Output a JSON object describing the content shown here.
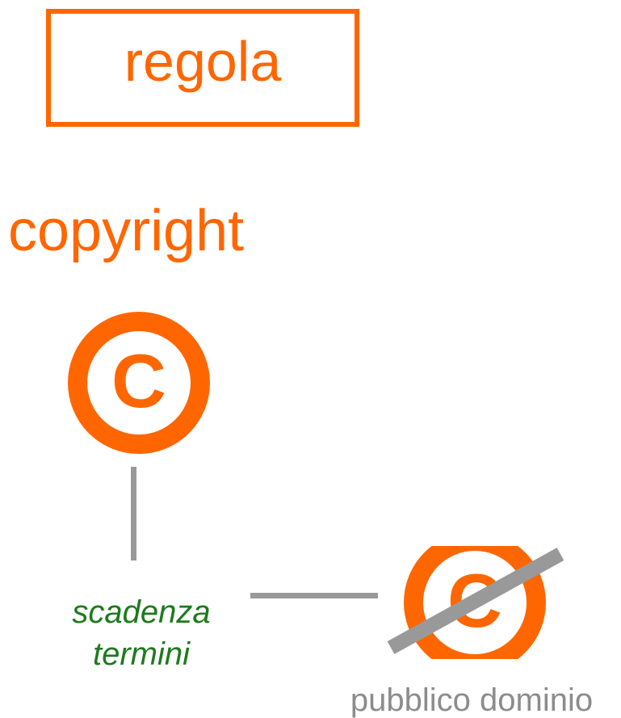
{
  "rule": {
    "label": "regola"
  },
  "title": "copyright",
  "copyright_symbol": {
    "icon": "copyright-icon",
    "glyph": "C",
    "color": "#ff6600"
  },
  "expiry": {
    "line1": "scadenza",
    "line2": "termini",
    "color": "#1d7a1d"
  },
  "public_domain": {
    "icon": "crossed-copyright-icon",
    "glyph": "C",
    "label": "pubblico dominio",
    "symbol_color": "#ff6600",
    "strike_color": "#999999",
    "label_color": "#8c8c8c"
  },
  "connector_color": "#999999"
}
